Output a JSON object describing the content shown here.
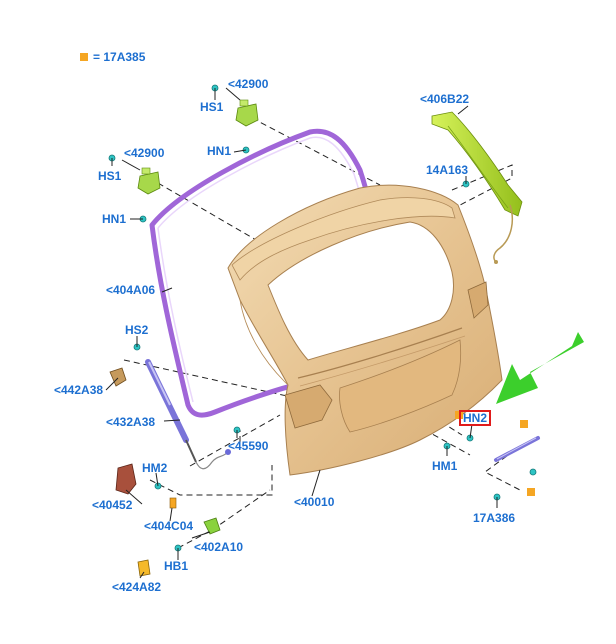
{
  "legend": {
    "text": "= 17A385",
    "swatch_color": "#f5a623"
  },
  "labels": {
    "hs1_top": "HS1",
    "p42900_top": "<42900",
    "hn1_top": "HN1",
    "p42900_left": "<42900",
    "hs1_left": "HS1",
    "hn1_left": "HN1",
    "p406b22": "<406B22",
    "p14a163": "14A163",
    "p404a06": "<404A06",
    "hs2": "HS2",
    "p442a38": "<442A38",
    "p432a38": "<432A38",
    "p45590": "<45590",
    "hm2": "HM2",
    "p40452": "<40452",
    "p404c04": "<404C04",
    "p402a10": "<402A10",
    "hb1": "HB1",
    "p424a82": "<424A82",
    "p40010": "<40010",
    "hn2": "HN2",
    "hm1": "HM1",
    "p17a386": "17A386"
  },
  "colors": {
    "label": "#1d6fd0",
    "liftgate": "#e8c99a",
    "seal": "#a066d8",
    "spoiler": "#b5e02e",
    "highlight_box": "#e01b1b",
    "arrow": "#3ccf2c",
    "clip": "#2ec4c4",
    "legend_marker": "#f5a623"
  }
}
